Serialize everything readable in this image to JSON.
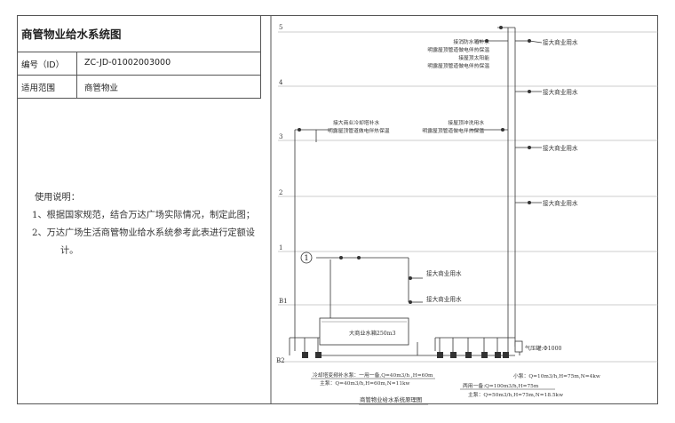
{
  "info_table": {
    "title": "商管物业给水系统图",
    "code_label": "编号（ID）",
    "code_value": "ZC-JD-01002003000",
    "scope_label": "适用范围",
    "scope_value": "商管物业"
  },
  "notes": {
    "heading": "使用说明：",
    "items": [
      "1、根据国家规范，结合万达广场实际情况，制定此图；",
      "2、万达广场生活商管物业给水系统参考此表进行定额设计。"
    ]
  },
  "diagram": {
    "floors": [
      "5",
      "4",
      "3",
      "2",
      "1",
      "B1",
      "B2"
    ],
    "branch_label": "接大商业用水",
    "notes_top": [
      "接消防水箱补水",
      "明露屋顶管道做电伴热保温",
      "接屋顶太阳能",
      "明露屋顶管道做电伴热保温"
    ],
    "notes_cooling": [
      "接大商业冷却塔补水",
      "明露屋顶管道做电伴热保温"
    ],
    "notes_roof_flush": [
      "接屋顶冲洗用水",
      "明露屋顶管道做电伴热保温"
    ],
    "circle_marker": "1",
    "tank_label": "大商业水箱250m3",
    "pressure_tank_label": "气压罐:Φ1000",
    "pump_notes_left": [
      "冷却塔变频补水泵：一用一备,Q=40m3/h ,H=60m",
      "主泵：Q=40m3/h,H=60m,N=11kw"
    ],
    "pump_notes_right": [
      "小泵：Q=10m3/h,H=75m,N=4kw",
      "两用一备:Q=100m3/h,H=75m",
      "主泵：Q=50m3/h,H=75m,N=18.5kw"
    ],
    "caption": "商管物业给水系统原理图"
  }
}
